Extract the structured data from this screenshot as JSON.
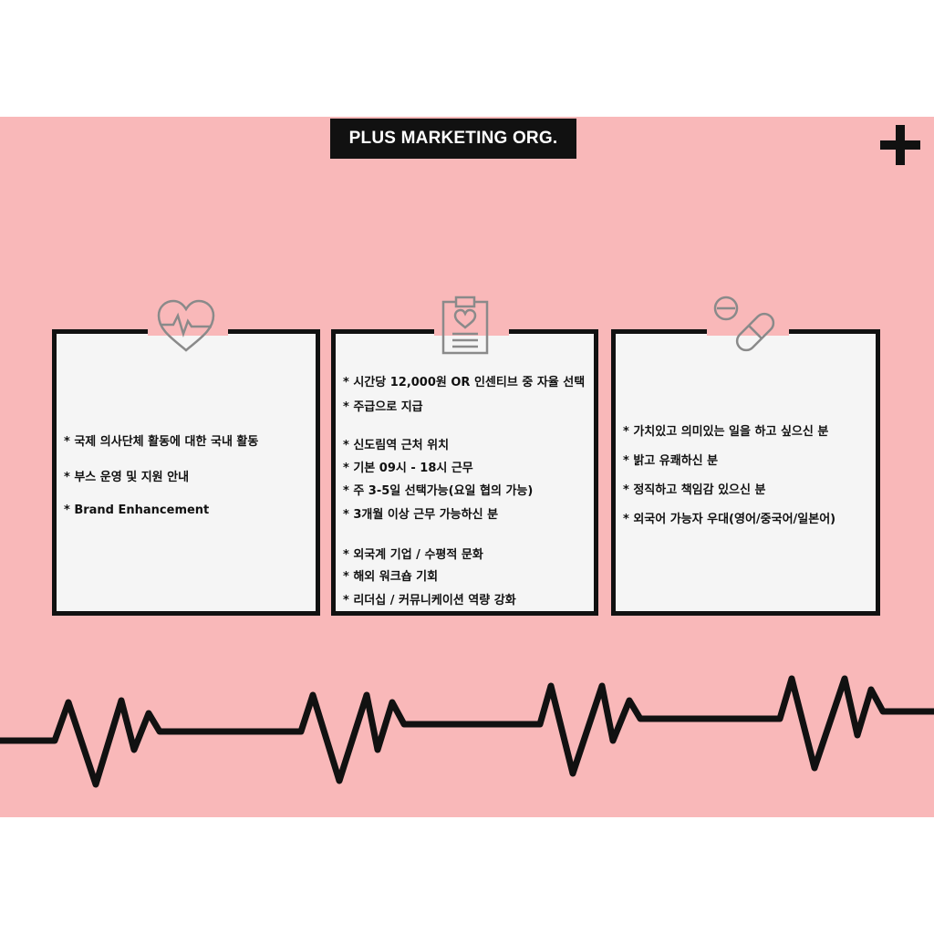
{
  "header": {
    "title": "PLUS MARKETING ORG."
  },
  "cards": [
    {
      "icon": "heart-pulse-icon",
      "items": [
        "* 국제 의사단체 활동에 대한 국내 활동",
        "* 부스 운영 및 지원 안내",
        "* Brand Enhancement"
      ]
    },
    {
      "icon": "clipboard-heart-icon",
      "items": [
        "* 시간당 12,000원 OR 인센티브 중 자율 선택",
        "* 주급으로 지급",
        "* 신도림역 근처 위치",
        "* 기본 09시 - 18시 근무",
        "* 주 3-5일 선택가능(요일 협의 가능)",
        "* 3개월 이상 근무 가능하신 분",
        "* 외국계 기업 / 수평적 문화",
        "* 해외 워크숍 기회",
        "* 리더십 / 커뮤니케이션 역량 강화"
      ]
    },
    {
      "icon": "pills-icon",
      "items": [
        "* 가치있고 의미있는 일을 하고 싶으신 분",
        "* 밝고 유쾌하신 분",
        "* 정직하고 책임감 있으신 분",
        "* 외국어 가능자 우대(영어/중국어/일본어)"
      ]
    }
  ],
  "colors": {
    "background": "#f9b8b9",
    "ink": "#111111",
    "card": "#f5f5f5",
    "icon": "#8a8a8a"
  }
}
